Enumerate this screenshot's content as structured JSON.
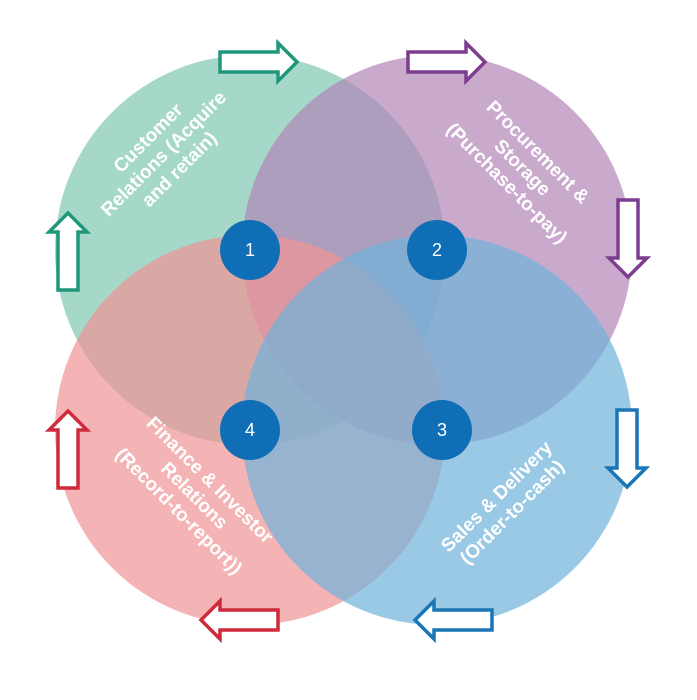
{
  "colors": {
    "customer": "#7fc7b2",
    "procurement": "#b286b8",
    "sales": "#6fb2da",
    "finance": "#ef9496",
    "badge": "#0f6eb5",
    "arrow_customer": "#20977a",
    "arrow_procurement": "#7d3d8f",
    "arrow_sales": "#1a76b7",
    "arrow_finance": "#cf2a3a"
  },
  "circles": {
    "customer": {
      "lines": [
        "Customer",
        "Relations (Acquire",
        "and retain)"
      ]
    },
    "procurement": {
      "lines": [
        "Procurement &",
        "Storage",
        "(Purchase-to-pay)"
      ]
    },
    "sales": {
      "lines": [
        "Sales & Delivery",
        "(Order-to-cash)"
      ]
    },
    "finance": {
      "lines": [
        "Finance & Investor",
        "Relations",
        "(Record-to-report))"
      ]
    }
  },
  "badges": [
    "1",
    "2",
    "3",
    "4"
  ],
  "icons": {
    "arrow_top": "arrow-right-icon",
    "arrow_right": "arrow-down-icon",
    "arrow_bottom": "arrow-left-icon",
    "arrow_left": "arrow-up-icon"
  }
}
